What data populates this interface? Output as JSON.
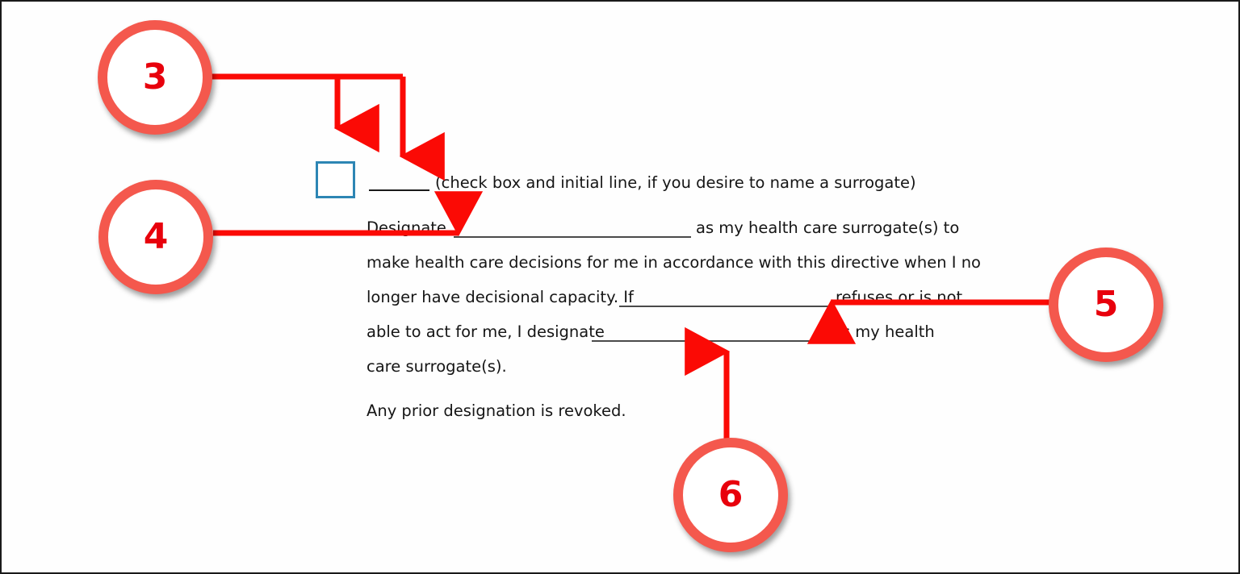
{
  "document": {
    "checkbox_row": {
      "initial_blank": "________",
      "instruction": "(check box and initial line, if you desire to name a surrogate)"
    },
    "paragraph_lines": [
      {
        "id": "line1",
        "before": "Designate",
        "blank": "____________________________",
        "after": "as my health care surrogate(s) to"
      },
      {
        "id": "line2",
        "before": "make health care decisions for me in accordance with this directive when I no",
        "blank": "",
        "after": ""
      },
      {
        "id": "line3",
        "before": "longer have decisional capacity. If",
        "blank": "____________________________",
        "after": "refuses or is not"
      },
      {
        "id": "line4",
        "before": "able to act for me, I designate",
        "blank": "_____________________________",
        "after": "as my health"
      },
      {
        "id": "line5",
        "before": "care surrogate(s).",
        "blank": "",
        "after": ""
      }
    ],
    "closing_line": "Any prior designation is revoked."
  },
  "annotations": {
    "callouts": [
      {
        "id": "callout-3",
        "number": "3",
        "points_to": "checkbox-and-initial-line"
      },
      {
        "id": "callout-4",
        "number": "4",
        "points_to": "designate-surrogate-blank"
      },
      {
        "id": "callout-5",
        "number": "5",
        "points_to": "if-surrogate-refuses-blank"
      },
      {
        "id": "callout-6",
        "number": "6",
        "points_to": "alternate-surrogate-blank"
      }
    ]
  },
  "colors": {
    "callout_ring": "#f4584d",
    "callout_number": "#e8000c",
    "arrow": "#fb0a05",
    "checkbox_border": "#2d86b4",
    "blank_rule": "#4a4a4a",
    "text": "#151515",
    "page_border": "#1a1a1a",
    "background": "#fefefe"
  }
}
